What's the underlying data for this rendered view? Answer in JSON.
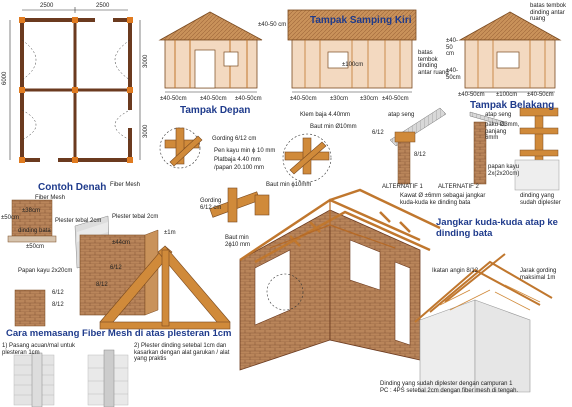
{
  "titles": {
    "denah": "Contoh Denah",
    "depan": "Tampak Depan",
    "samping": "Tampak Samping Kiri",
    "belakang": "Tampak Belakang",
    "jangkar": "Jangkar kuda-kuda atap ke dinding bata",
    "fiber": "Cara memasang Fiber Mesh di atas plesteran 1cm"
  },
  "plan": {
    "dim_top_1": "2500",
    "dim_top_2": "2500",
    "dim_side_left": "6000",
    "dim_side_right_1": "3000",
    "dim_side_right_2": "3000"
  },
  "elev": {
    "depan_h": "±40-50 cm",
    "depan_w1": "±40-50cm",
    "depan_w2": "±40-50cm",
    "depan_w3": "±40-50cm",
    "samping_batas": "batas tembok dinding antar ruang",
    "samping_mid": "±100cm",
    "samping_w1": "±40-50cm",
    "samping_w2": "±30cm",
    "samping_w3": "±30cm",
    "samping_w4": "±40-50cm",
    "belakang_batas": "batas tembok dinding antar ruang",
    "belakang_h1": "±40-50 cm",
    "belakang_h2": "±40-50cm",
    "belakang_w1": "±40-50cm",
    "belakang_w2": "±100cm",
    "belakang_w3": "±40-50cm"
  },
  "joint": {
    "klem": "Klem baja 4.40mm",
    "baut": "Baut min Ø10mm",
    "gording": "Gording 6/12 cm",
    "pen": "Pen kayu min ϕ 10 mm",
    "plat": "Platbaja 4.40 mm",
    "papan": "/papan 20.100 mm",
    "baut2": "Baut min ϕ10mm",
    "gording2": "Gording 6/12 cm",
    "baut3": "Baut min 2ϕ10 mm"
  },
  "anchor": {
    "atap_seng": "atap seng",
    "atap_seng2": "atap seng",
    "paku": "paku Ø3mm, panjang 6mm",
    "papan": "papan kayu 2x(2x20cm)",
    "alt1": "ALTERNATIF 1",
    "alt2": "ALTERNATIF 2",
    "kawat": "Kawat Ø ±6mm sebagai jangkar kuda-kuda ke dinding bata",
    "dinding": "dinding yang sudah diplester",
    "size_a": "6/12",
    "size_b": "8/12"
  },
  "detail": {
    "fiber_mesh": "Fiber Mesh",
    "plester": "Plester tebal 2cm",
    "d50": "±50cm",
    "d38": "±38cm",
    "d50b": "±50cm",
    "dinding_bata": "dinding bata",
    "plester2": "Plester tebal 2cm",
    "d44": "±44cm",
    "d1m": "±1m",
    "papan": "Papan kayu 2x20cm",
    "s1": "6/12",
    "s2": "8/12",
    "s3": "8/12",
    "s4": "6/12"
  },
  "bottom": {
    "step1": "1) Pasang acuan/mal untuk plesteran 1cm",
    "step2": "2) Plester dinding setebal 1cm dan kasarkan dengan alat garukan / alat yang praktis",
    "ikatan": "Ikatan angin 8/12",
    "jarak": "Jarak gording maksimal 1m",
    "dinding_note": "Dinding yang sudah diplester dengan campuran 1 PC : 4PS setebal 2cm dengan fiber mesh di tengah."
  }
}
